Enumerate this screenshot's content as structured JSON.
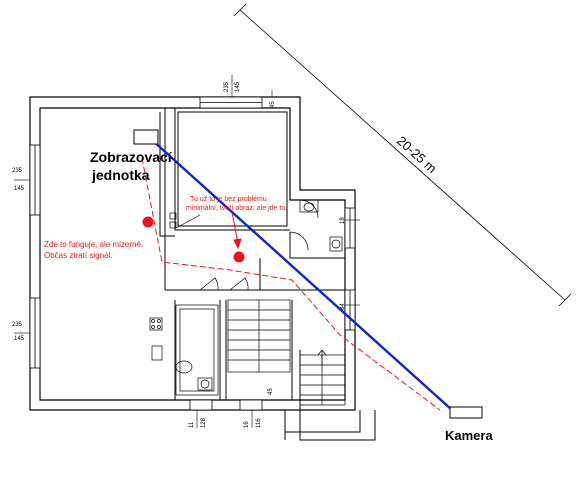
{
  "labels": {
    "display_unit_line1": "Zobrazovací",
    "display_unit_line2": "jednotka",
    "camera": "Kamera",
    "distance": "20-25 m",
    "note_left_line1": "Zde to funguje, ale mizerně.",
    "note_left_line2": "Občas ztratí signál.",
    "note_right_line1": "Tu už to je bez problému",
    "note_right_line2": "minimální, tvoří obraz, ale jde to."
  },
  "dimensions": {
    "top_a": "235",
    "top_b": "145",
    "top_c": "45",
    "left_a": "235",
    "left_b": "145",
    "left_c": "235",
    "left_d": "145",
    "right_a": "18",
    "right_b": "84",
    "bottom_a": "11",
    "bottom_b": "128",
    "bottom_c": "16",
    "bottom_d": "116",
    "bottom_e": "45"
  },
  "colors": {
    "signal_line": "#0a28c8",
    "marker": "#e8141e",
    "path_dashed": "#e8141e",
    "wall": "#000000"
  }
}
